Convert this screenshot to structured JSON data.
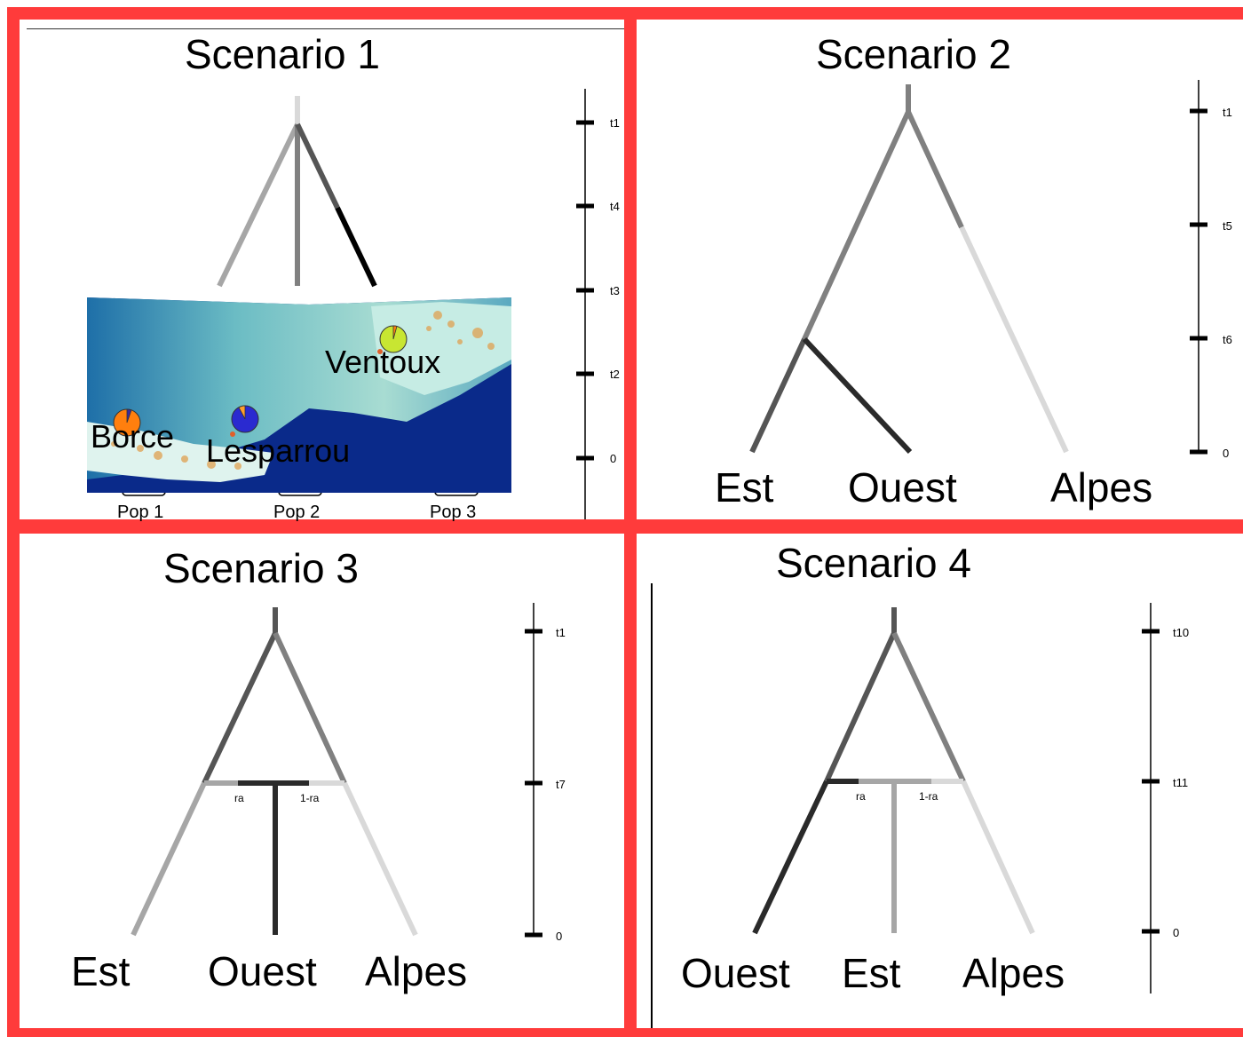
{
  "panels": {
    "s1": {
      "title": "Scenario 1",
      "ticks": [
        "t1",
        "t4",
        "t3",
        "t2",
        "0"
      ],
      "pop_labels": [
        "Pop 1",
        "Pop 2",
        "Pop 3"
      ],
      "map": {
        "sites": [
          {
            "name": "Ventoux",
            "color": "#c8e632",
            "minor": "#ff7f0e"
          },
          {
            "name": "Borce",
            "color": "#ff7f0e",
            "minor": "#3a2aa0"
          },
          {
            "name": "Lesparrou",
            "color": "#2a2ad0",
            "minor": "#ff7f0e"
          }
        ]
      }
    },
    "s2": {
      "title": "Scenario 2",
      "ticks": [
        "t1",
        "t5",
        "t6",
        "0"
      ],
      "leaves": [
        "Est",
        "Ouest",
        "Alpes"
      ]
    },
    "s3": {
      "title": "Scenario 3",
      "ticks": [
        "t1",
        "t7",
        "0"
      ],
      "leaves": [
        "Est",
        "Ouest",
        "Alpes"
      ],
      "admix": [
        "ra",
        "1-ra"
      ]
    },
    "s4": {
      "title": "Scenario 4",
      "ticks": [
        "t10",
        "t11",
        "0"
      ],
      "leaves": [
        "Ouest",
        "Est",
        "Alpes"
      ],
      "admix": [
        "ra",
        "1-ra"
      ]
    }
  },
  "colors": {
    "border": "#ff3b3b",
    "light": "#d9d9d9",
    "mid": "#a6a6a6",
    "dark": "#808080",
    "darker": "#555555",
    "black": "#1a1a1a"
  }
}
